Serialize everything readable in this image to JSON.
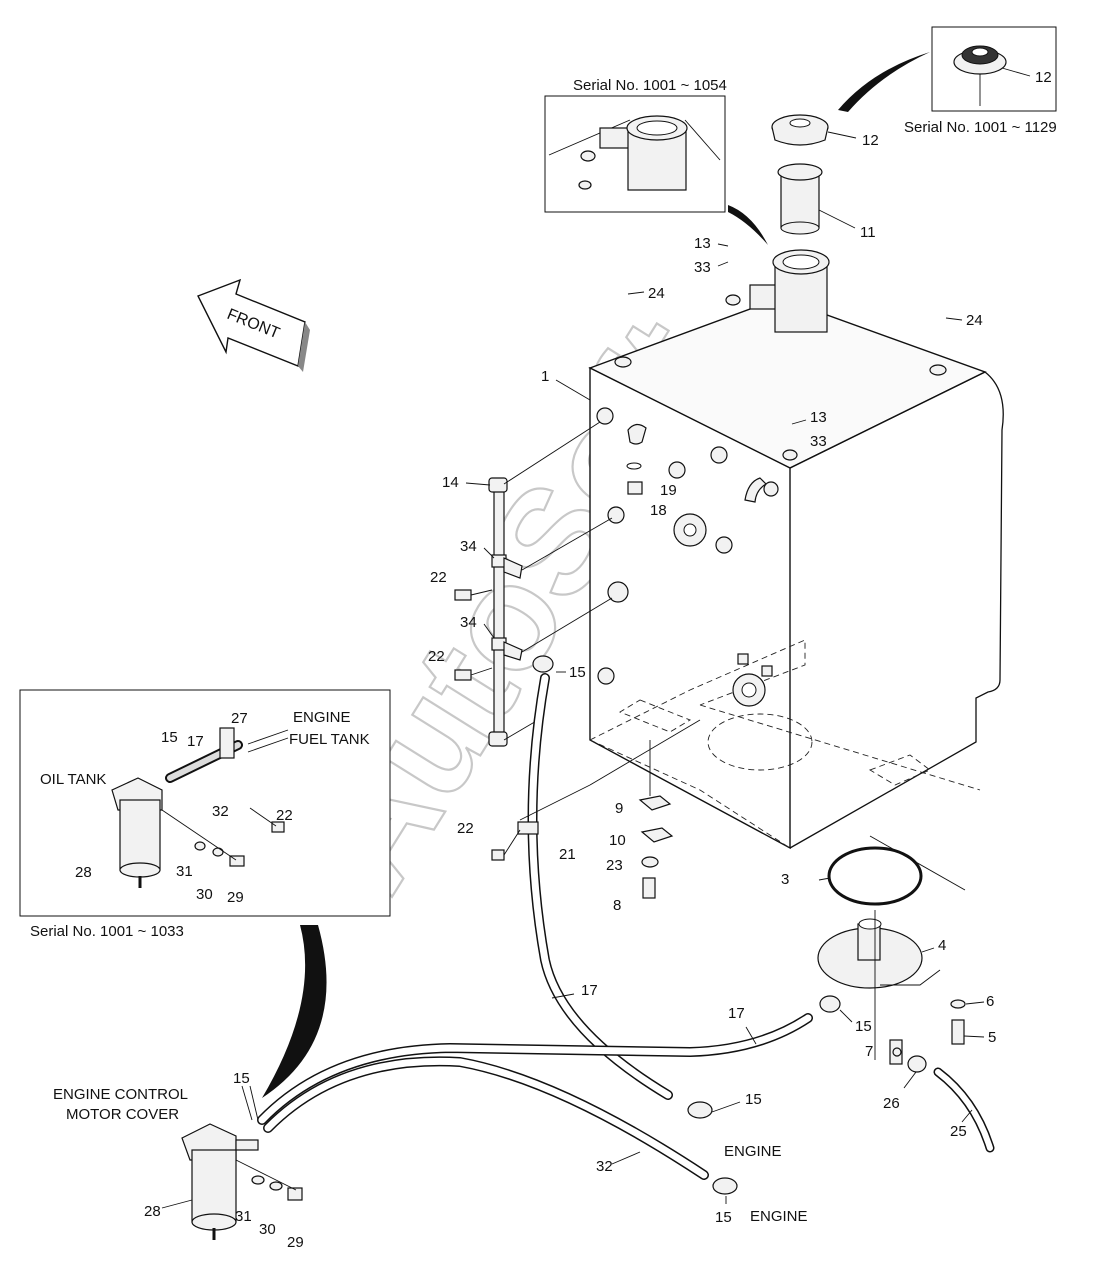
{
  "watermark": "AutoSoft",
  "front_label": "FRONT",
  "insets": {
    "filler_neck": {
      "caption": "Serial No. 1001 ~ 1054"
    },
    "cap": {
      "caption": "Serial No. 1001 ~ 1129",
      "part": "12"
    },
    "filter_assembly": {
      "caption": "Serial No. 1001 ~ 1033",
      "oil_tank": "OIL TANK",
      "engine_fuel_tank_line1": "ENGINE",
      "engine_fuel_tank_line2": "FUEL TANK",
      "parts": [
        "27",
        "15",
        "17",
        "32",
        "22",
        "28",
        "31",
        "30",
        "29"
      ]
    }
  },
  "labels": {
    "engine_control_line1": "ENGINE CONTROL",
    "engine_control_line2": "MOTOR COVER",
    "engine_1": "ENGINE",
    "engine_2": "ENGINE"
  },
  "callouts": [
    {
      "id": "c12",
      "text": "12"
    },
    {
      "id": "c11",
      "text": "11"
    },
    {
      "id": "c13a",
      "text": "13"
    },
    {
      "id": "c33a",
      "text": "33"
    },
    {
      "id": "c24a",
      "text": "24"
    },
    {
      "id": "c24b",
      "text": "24"
    },
    {
      "id": "c1",
      "text": "1"
    },
    {
      "id": "c13b",
      "text": "13"
    },
    {
      "id": "c33b",
      "text": "33"
    },
    {
      "id": "c14",
      "text": "14"
    },
    {
      "id": "c19",
      "text": "19"
    },
    {
      "id": "c18",
      "text": "18"
    },
    {
      "id": "c34a",
      "text": "34"
    },
    {
      "id": "c22a",
      "text": "22"
    },
    {
      "id": "c34b",
      "text": "34"
    },
    {
      "id": "c22b",
      "text": "22"
    },
    {
      "id": "c15a",
      "text": "15"
    },
    {
      "id": "c9",
      "text": "9"
    },
    {
      "id": "c10",
      "text": "10"
    },
    {
      "id": "c22c",
      "text": "22"
    },
    {
      "id": "c21",
      "text": "21"
    },
    {
      "id": "c23",
      "text": "23"
    },
    {
      "id": "c8",
      "text": "8"
    },
    {
      "id": "c3",
      "text": "3"
    },
    {
      "id": "c4",
      "text": "4"
    },
    {
      "id": "c6",
      "text": "6"
    },
    {
      "id": "c5",
      "text": "5"
    },
    {
      "id": "c17a",
      "text": "17"
    },
    {
      "id": "c17b",
      "text": "17"
    },
    {
      "id": "c15b",
      "text": "15"
    },
    {
      "id": "c7",
      "text": "7"
    },
    {
      "id": "c26",
      "text": "26"
    },
    {
      "id": "c25",
      "text": "25"
    },
    {
      "id": "c15c",
      "text": "15"
    },
    {
      "id": "c15d",
      "text": "15"
    },
    {
      "id": "c32",
      "text": "32"
    },
    {
      "id": "c15e",
      "text": "15"
    },
    {
      "id": "c28",
      "text": "28"
    },
    {
      "id": "c31",
      "text": "31"
    },
    {
      "id": "c30",
      "text": "30"
    },
    {
      "id": "c29",
      "text": "29"
    }
  ]
}
